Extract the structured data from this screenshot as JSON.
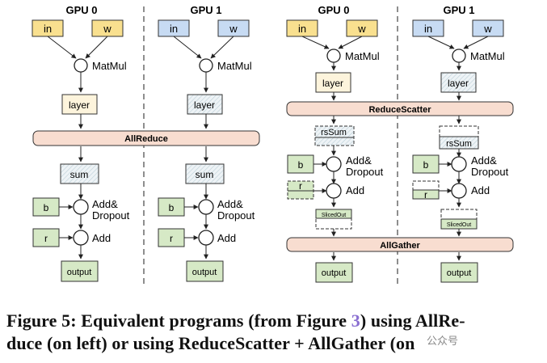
{
  "left": {
    "gpu0_title": "GPU 0",
    "gpu1_title": "GPU 1",
    "in_label": "in",
    "w_label": "w",
    "matmul_label": "MatMul",
    "layer_label": "layer",
    "allreduce_label": "AllReduce",
    "sum_label": "sum",
    "b_label": "b",
    "add_dropout_line1": "Add&",
    "add_dropout_line2": "Dropout",
    "r_label": "r",
    "add_label": "Add",
    "output_label": "output"
  },
  "right": {
    "gpu0_title": "GPU 0",
    "gpu1_title": "GPU 1",
    "in_label": "in",
    "w_label": "w",
    "matmul_label": "MatMul",
    "layer_label": "layer",
    "reducescatter_label": "ReduceScatter",
    "rssum_label": "rsSum",
    "b_label": "b",
    "add_dropout_line1": "Add&",
    "add_dropout_line2": "Dropout",
    "r_label": "r",
    "add_label": "Add",
    "slicedout_label": "SlicedOut",
    "allgather_label": "AllGather",
    "output_label": "output"
  },
  "caption": {
    "line1_pre": "Figure 5: Equivalent programs (from Figure ",
    "line1_ref": "3",
    "line1_post": ") using AllRe-",
    "line2": "duce (on left) or using ReduceScatter + AllGather (on"
  },
  "watermark": "公众号",
  "colors": {
    "yellow": "#f9e08f",
    "blue": "#c7dbf3",
    "green": "#d6e9c6",
    "layer_fill": "#fdf4dc",
    "collective": "#f8ddd0",
    "stroke": "#333333"
  }
}
